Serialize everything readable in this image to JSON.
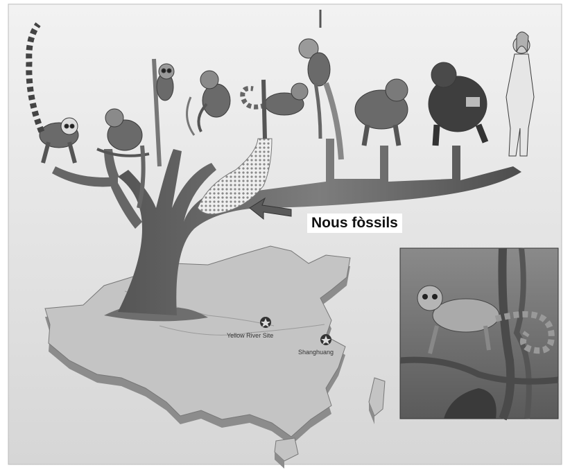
{
  "figure": {
    "callout_label": "Nous fòssils",
    "sites": [
      {
        "label": "Yellow River Site",
        "icon": "star-marker-icon"
      },
      {
        "label": "Shanghuang",
        "icon": "star-marker-icon"
      }
    ],
    "primates": [
      "lemur",
      "loris",
      "tarsier",
      "tarsier",
      "eosimias",
      "monkey",
      "mandrill",
      "gorilla",
      "human"
    ],
    "inset_subject": "eosimias-reconstruction",
    "colors": {
      "tree": "#6b6b6b",
      "map": "#b9b9b9",
      "background": "#e2e2e2"
    }
  }
}
